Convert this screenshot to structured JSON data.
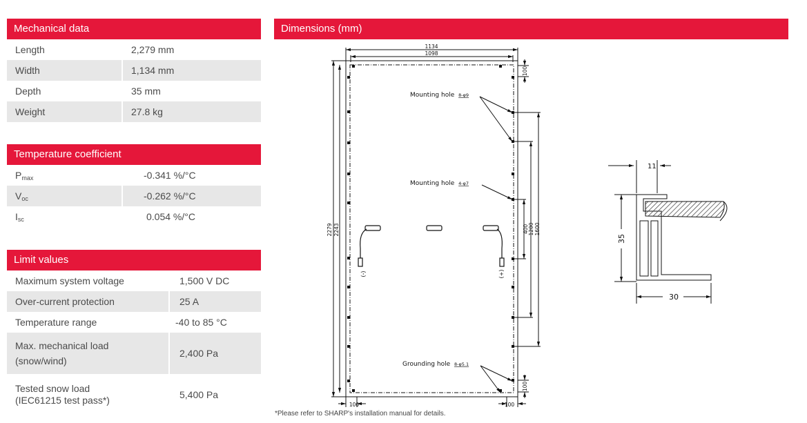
{
  "mechanical": {
    "title": "Mechanical data",
    "rows": [
      {
        "label": "Length",
        "value": "2,279 mm"
      },
      {
        "label": "Width",
        "value": "1,134 mm"
      },
      {
        "label": "Depth",
        "value": "35 mm"
      },
      {
        "label": "Weight",
        "value": "27.8 kg"
      }
    ]
  },
  "temperature": {
    "title": "Temperature coefficient",
    "rows": [
      {
        "label": "P",
        "sub": "max",
        "value": "-0.341 %/°C"
      },
      {
        "label": "V",
        "sub": "oc",
        "value": "-0.262 %/°C"
      },
      {
        "label": "I",
        "sub": "sc",
        "value": "0.054 %/°C"
      }
    ]
  },
  "limits": {
    "title": "Limit values",
    "rows": [
      {
        "label": "Maximum system voltage",
        "value": "1,500 V DC"
      },
      {
        "label": "Over-current protection",
        "value": "25 A"
      },
      {
        "label": "Temperature range",
        "value": "-40 to 85 °C"
      },
      {
        "label1": "Max. mechanical load",
        "label2": "(snow/wind)",
        "value": "2,400 Pa"
      },
      {
        "label1": "Tested snow load",
        "label2": "(IEC61215 test pass*)",
        "value": "5,400 Pa"
      }
    ]
  },
  "dimensions": {
    "title": "Dimensions (mm)",
    "width_outer": "1134",
    "width_inner": "1098",
    "height_outer": "2279",
    "height_inner": "2243",
    "edge_offset": "100",
    "spacing_400": "400",
    "spacing_1200": "1200",
    "spacing_1600": "1600",
    "mounting_hole_8": "Mounting hole",
    "mounting_hole_8_spec": "8-φ9",
    "mounting_hole_4": "Mounting hole",
    "mounting_hole_4_spec": "4-φ7",
    "grounding_hole": "Grounding hole",
    "grounding_hole_spec": "8-φ5.1",
    "minus": "(-)",
    "plus": "(+)",
    "frame_top": "11",
    "frame_height": "35",
    "frame_bottom": "30"
  },
  "footnote": "*Please refer to SHARP's installation manual for details."
}
